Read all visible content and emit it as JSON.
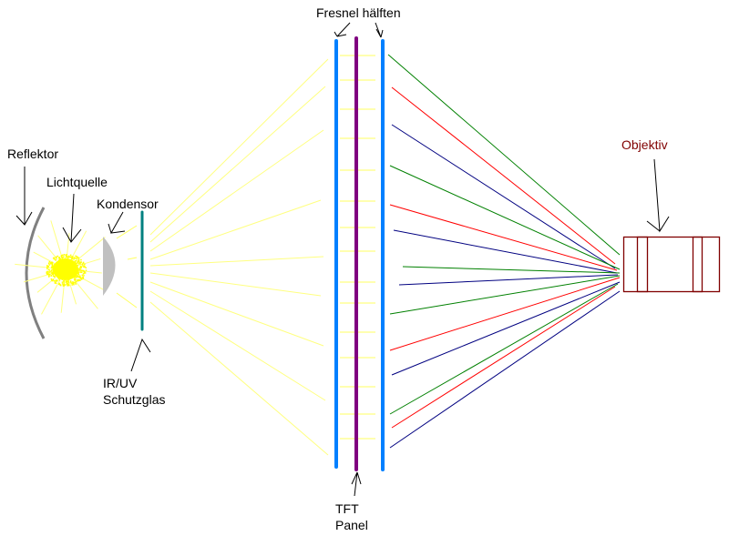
{
  "labels": {
    "reflektor": "Reflektor",
    "lichtquelle": "Lichtquelle",
    "kondensor": "Kondensor",
    "schutzglas_line1": "IR/UV",
    "schutzglas_line2": "Schutzglas",
    "fresnel": "Fresnel hälften",
    "tft_line1": "TFT",
    "tft_line2": "Panel",
    "objektiv": "Objektiv"
  },
  "colors": {
    "light": "#ffff00",
    "reflector": "#808080",
    "condenser": "#c0c0c0",
    "glass": "#008080",
    "fresnel": "#0080ff",
    "tft": "#800080",
    "objective": "#800000",
    "ray_green": "#008000",
    "ray_red": "#ff0000",
    "ray_blue": "#000080"
  }
}
